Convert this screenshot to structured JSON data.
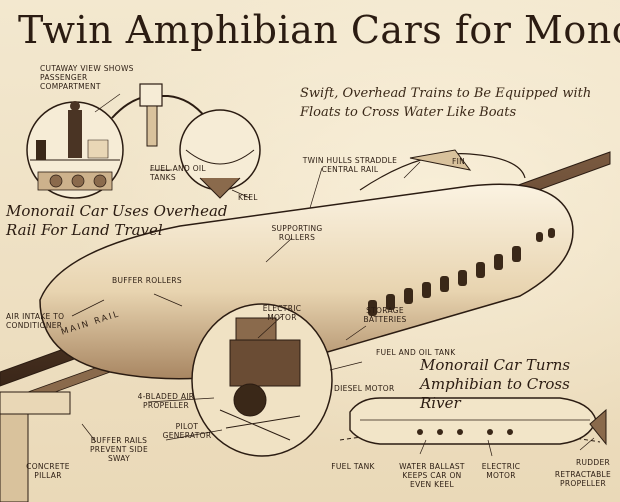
{
  "title": "Twin Amphibian Cars for Monorail",
  "subtitle": "Swift, Overhead Trains to Be Equipped with Floats to Cross Water Like Boats",
  "sections": {
    "land": "Monorail Car Uses Overhead Rail For Land Travel",
    "river": "Monorail Car Turns Amphibian to Cross River"
  },
  "labels": {
    "cutaway": "CUTAWAY VIEW SHOWS PASSENGER COMPARTMENT",
    "fuel_oil": "FUEL AND OIL TANKS",
    "keel": "KEEL",
    "twin_hulls": "TWIN HULLS STRADDLE CENTRAL RAIL",
    "fin": "FIN",
    "supporting_rollers": "SUPPORTING ROLLERS",
    "buffer_rollers": "BUFFER ROLLERS",
    "air_intake": "AIR INTAKE TO CONDITIONER",
    "main_rail": "MAIN RAIL",
    "electric_motor_top": "ELECTRIC MOTOR",
    "storage_batteries": "STORAGE BATTERIES",
    "fuel_and_oil_tank": "FUEL AND OIL TANK",
    "diesel_motor": "DIESEL MOTOR",
    "air_propeller": "4-BLADED AIR PROPELLER",
    "pilot_generator": "PILOT GENERATOR",
    "buffer_rails": "BUFFER RAILS PREVENT SIDE SWAY",
    "concrete_pillar": "CONCRETE PILLAR",
    "fuel_tank": "FUEL TANK",
    "water_ballast": "WATER BALLAST KEEPS CAR ON EVEN KEEL",
    "electric_motor_bottom": "ELECTRIC MOTOR",
    "rudder": "RUDDER",
    "retractable_propeller": "RETRACTABLE PROPELLER"
  }
}
